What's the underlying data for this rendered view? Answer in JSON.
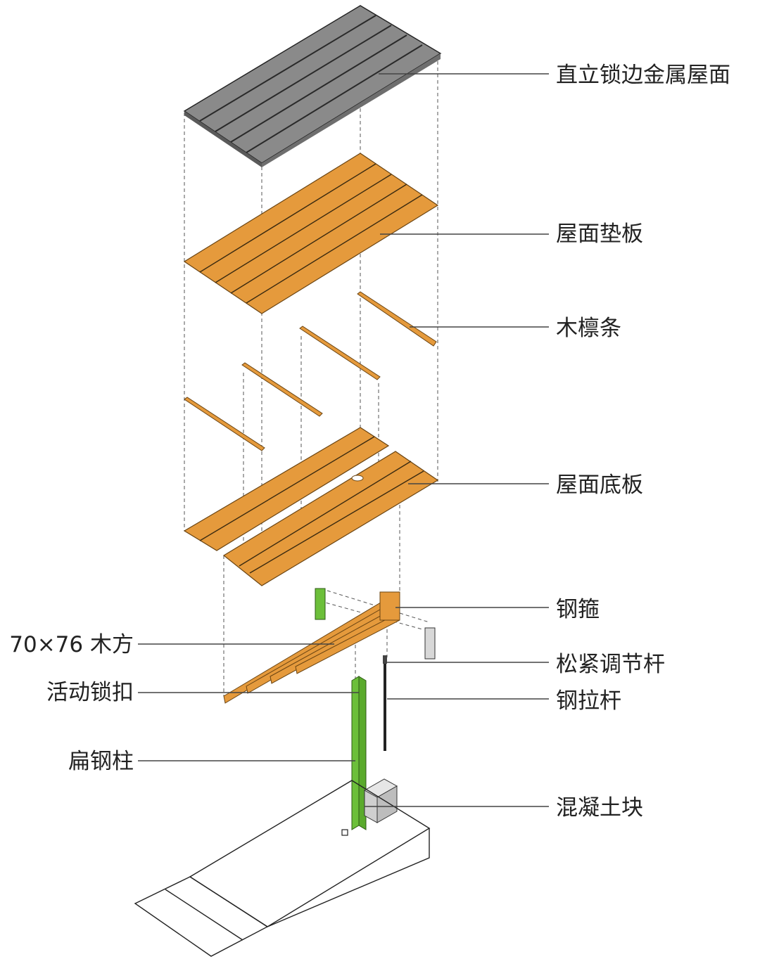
{
  "labels": {
    "roof_metal": "直立锁边金属屋面",
    "roof_pad": "屋面垫板",
    "purlin": "木檩条",
    "roof_base": "屋面底板",
    "steel_hoop": "钢箍",
    "timber": "70×76 木方",
    "turnbuckle": "松紧调节杆",
    "lock_clip": "活动锁扣",
    "tie_rod": "钢拉杆",
    "flat_column": "扁钢柱",
    "concrete_block": "混凝土块"
  },
  "colors": {
    "metal_roof": "#8a8a8a",
    "wood": "#e59a3c",
    "steel_column": "#6cbf3a",
    "concrete": "#d8d8d8",
    "line": "#222222"
  }
}
